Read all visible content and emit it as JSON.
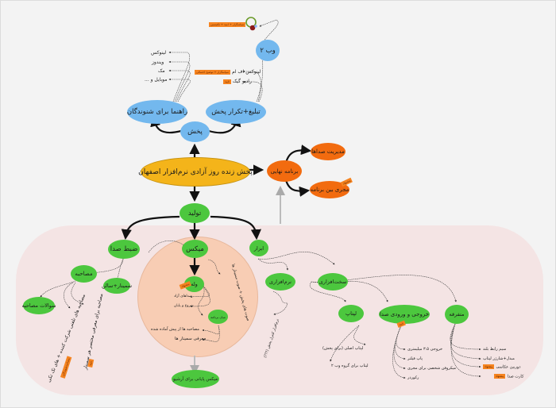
{
  "root": {
    "label": "پخش زنده روز آزادی نرم‌افزار اصفهان",
    "color": "#f4b41a"
  },
  "broadcast": {
    "label": "پخش",
    "children": [
      {
        "label": "راهنما برای شنوندگان",
        "leaves": [
          "لینوکس",
          "ویندوز",
          "مک",
          "موبایل و ..."
        ]
      },
      {
        "label": "تبلیغ+تکرار پخش",
        "leaves": [
          "لینوکس اف ام",
          "رادیو گیک"
        ],
        "tags": [
          "سپاسگزار + توضیح احتمالی",
          "تایید"
        ]
      }
    ],
    "web": {
      "label": "وب ۲",
      "tag": "سپاسگزار + امید + تکنیسین"
    }
  },
  "final_program": {
    "label": "برنامه نهایی",
    "children": [
      {
        "label": "مدیریت صداها"
      },
      {
        "label": "مجری بین برنامه",
        "tag": "پیشنهاد"
      }
    ]
  },
  "production": {
    "label": "تولید",
    "recording": {
      "label": "ضبط صدا",
      "interview": {
        "label": "مصاحبه",
        "children": [
          "سوالات مصاحبه"
        ],
        "leaves": [
          "مصاحبه های تلفنی شرکت کننده + های تک تکی",
          "مصاحبه برای معرفی مختصر هر سمینار"
        ],
        "tags": [
          "مصاحبه‌شوندگان",
          "تایید"
        ]
      },
      "seminar": "سمینار+سالن"
    },
    "mix": {
      "label": "میکس",
      "intro": {
        "label": "وله",
        "tag": "پیشنهاد",
        "leaves": [
          "صداهای آزاد",
          "شروع و پایان"
        ]
      },
      "middle": {
        "label": "میان برنامه",
        "leaves": [
          "مصاحبه ها از پیش آماده شده",
          "معرفی سمینار ها"
        ]
      },
      "side_note": "صوت های پخش + صوت سمینار ها",
      "final": "میکس پایانی برای آرشیو"
    },
    "tools": {
      "label": "ابزار",
      "software": {
        "label": "نرم‌افزاری",
        "leaf": "نرم‌افزار کنترل پخش (???)"
      },
      "hardware": {
        "label": "سخت‌افزاری",
        "laptop": {
          "label": "لپتاپ",
          "leaves": [
            "لپتاپ اصلی (برای پخش)",
            "لپتاپ برای گروه وب ۲"
          ]
        },
        "io": {
          "label": "خروجی و ورودی صدا",
          "tag": "تایید",
          "leaves": [
            "خروجی ۳.۵ میلیمتری",
            "پاپ فیلتر",
            "میکروفن شخصی برای مجری",
            "رکوردر"
          ]
        },
        "misc": {
          "label": "متفرقه",
          "leaves": [
            "سیم رابط بلند",
            "مبدل+شارژر لپتاپ",
            "دوربین عکاسی",
            "کارت صدا"
          ],
          "tags": [
            "پیشنهاد",
            "پیشنهاد"
          ]
        }
      }
    }
  }
}
